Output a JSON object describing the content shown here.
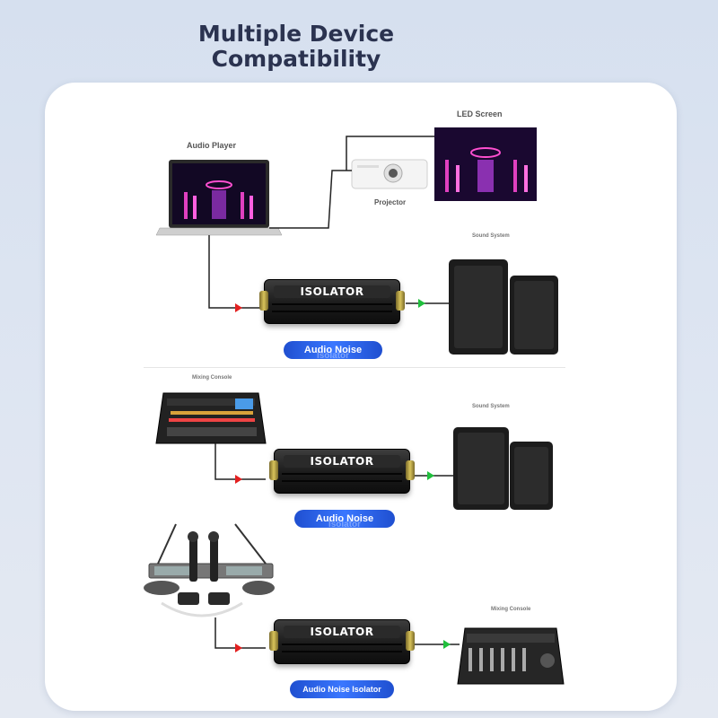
{
  "title_line1": "Multiple Device",
  "title_line2": "Compatibility",
  "labels": {
    "audio_player": "Audio Player",
    "led_screen": "LED Screen",
    "projector": "Projector",
    "sound_system": "Sound System",
    "mixing_console": "Mixing Console"
  },
  "isolator_text": "ISOLATOR",
  "pill_text": "Audio Noise",
  "pill_ghost": "Isolator",
  "pill_full": "Audio Noise Isolator",
  "colors": {
    "wire": "#222222",
    "input_arrow": "#e32020",
    "output_arrow": "#1fbf3c",
    "pill": "#2f66f0"
  }
}
